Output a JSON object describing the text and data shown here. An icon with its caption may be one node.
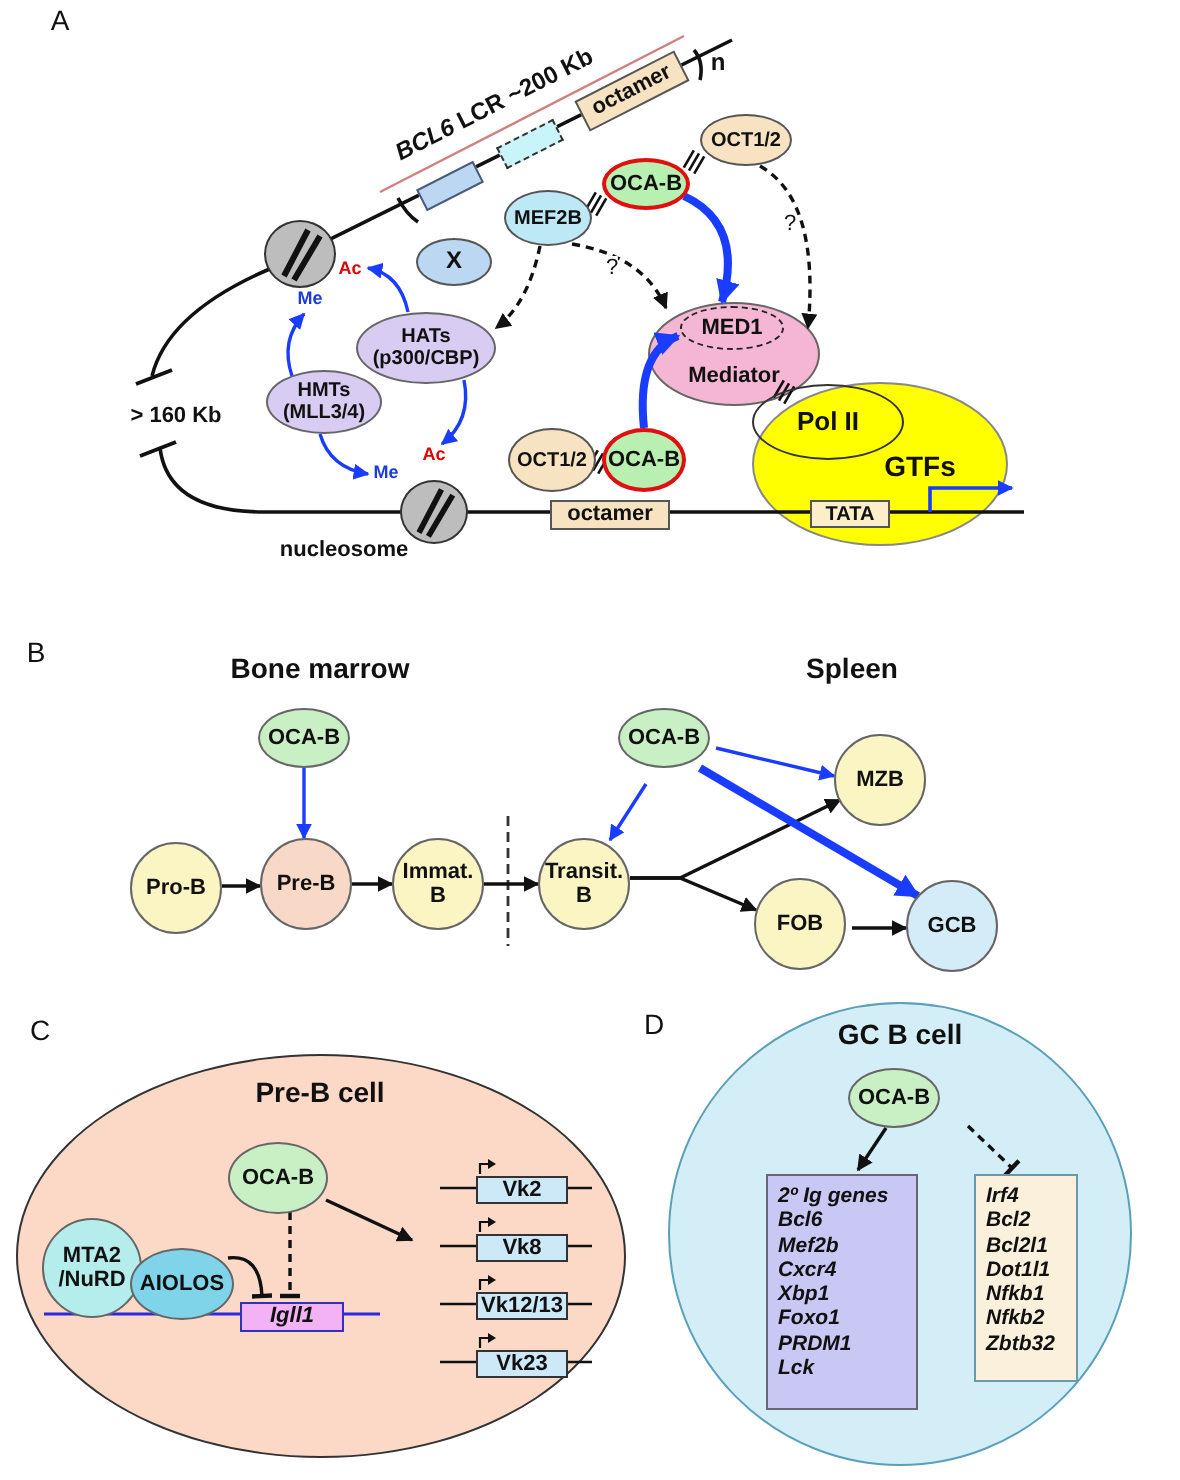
{
  "diagram": {
    "nodes": [
      {
        "text": [],
        "shape": "box"
      },
      {
        "text": [],
        "shape": "box"
      },
      {
        "text": [
          "octamer"
        ]
      },
      {
        "text": [
          "OCT1/2"
        ]
      },
      {
        "text": [
          "OCA-B"
        ]
      },
      {
        "text": [
          "MEF2B"
        ]
      },
      {
        "text": [
          "X"
        ]
      },
      {
        "text": [],
        "shape": "circle"
      },
      {
        "text": [
          "Ac"
        ]
      },
      {
        "text": [
          "Me"
        ]
      },
      {
        "text": [
          "HATs (p300/CBP)"
        ]
      },
      {
        "text": [
          "HMTs (MLL3/4)"
        ]
      },
      {
        "text": [
          "Mediator"
        ]
      },
      {
        "text": [
          "MED1"
        ],
        "in": 12
      },
      {
        "text": [
          "GTFs"
        ]
      },
      {
        "text": [
          "Pol II"
        ],
        "in": 14
      },
      {
        "text": [
          "TATA"
        ],
        "in": 14
      },
      {
        "text": [
          "Me"
        ]
      },
      {
        "text": [
          "Ac"
        ]
      },
      {
        "text": [],
        "shape": "circle",
        "beside": [
          "nucleosome"
        ]
      },
      {
        "text": [
          "OCT1/2"
        ]
      },
      {
        "text": [
          "OCA-B"
        ]
      },
      {
        "text": [
          "octamer"
        ]
      },
      {
        "text": [
          "OCA-B"
        ]
      },
      {
        "text": [
          "OCA-B"
        ]
      },
      {
        "text": [
          "MZB"
        ]
      },
      {
        "text": [
          "Pro-B"
        ]
      },
      {
        "text": [
          "Pre-B"
        ]
      },
      {
        "text": [
          "Immat. B"
        ]
      },
      {
        "text": [
          "Transit. B"
        ]
      },
      {
        "text": [
          "FOB"
        ]
      },
      {
        "text": [
          "GCB"
        ]
      },
      {
        "text": [
          "Pre-B cell"
        ]
      },
      {
        "text": [
          "OCA-B"
        ],
        "in": 32
      },
      {
        "text": [
          "MTA2 /NuRD"
        ],
        "in": 32
      },
      {
        "text": [
          "AIOLOS"
        ],
        "in": 32
      },
      {
        "text": [
          "Igll1"
        ],
        "in": 32
      },
      {
        "text": [
          "Vk2"
        ],
        "in": 32
      },
      {
        "text": [
          "Vk8"
        ],
        "in": 32
      },
      {
        "text": [
          "Vk12/13"
        ],
        "in": 32
      },
      {
        "text": [
          "Vk23"
        ],
        "in": 32
      },
      {
        "text": [
          "GC B cell"
        ]
      },
      {
        "text": [
          "OCA-B"
        ],
        "in": 41
      },
      {
        "text": [
          "2º Ig genes",
          "Bcl6",
          "Mef2b",
          "Cxcr4",
          "Xbp1",
          "Foxo1",
          "PRDM1",
          "Lck"
        ],
        "in": 41
      },
      {
        "text": [
          "Irf4",
          "Bcl2",
          "Bcl2l1",
          "Dot1l1",
          "Nfkb1",
          "Nfkb2",
          "Zbtb32"
        ],
        "in": 41
      }
    ],
    "edges": [
      {
        "from": 4,
        "to": 13,
        "arrow": "to",
        "style": "thick",
        "color": "#1a3cff"
      },
      {
        "from": 21,
        "to": 13,
        "arrow": "to",
        "style": "thick",
        "color": "#1a3cff"
      },
      {
        "from": 5,
        "to": 10,
        "arrow": "to",
        "style": "dashed"
      },
      {
        "from": 5,
        "to": 12,
        "arrow": "to",
        "style": "dashed",
        "label": "?"
      },
      {
        "from": 3,
        "to": 12,
        "arrow": "to",
        "style": "dashed",
        "label": "?"
      },
      {
        "from": 10,
        "to": 8,
        "arrow": "to",
        "color": "#1a3cff"
      },
      {
        "from": 11,
        "to": 9,
        "arrow": "to",
        "color": "#1a3cff"
      },
      {
        "from": 10,
        "to": 18,
        "arrow": "to",
        "color": "#1a3cff"
      },
      {
        "from": 11,
        "to": 17,
        "arrow": "to",
        "color": "#1a3cff"
      },
      {
        "from": 23,
        "to": 27,
        "arrow": "to",
        "color": "#1a3cff"
      },
      {
        "from": 26,
        "to": 27,
        "arrow": "to"
      },
      {
        "from": 27,
        "to": 28,
        "arrow": "to"
      },
      {
        "from": 28,
        "to": 29,
        "arrow": "to"
      },
      {
        "from": 29,
        "to": 25,
        "arrow": "to"
      },
      {
        "from": 29,
        "to": 30,
        "arrow": "to"
      },
      {
        "from": 24,
        "to": 29,
        "arrow": "to",
        "color": "#1a3cff"
      },
      {
        "from": 24,
        "to": 25,
        "arrow": "to",
        "color": "#1a3cff"
      },
      {
        "from": 24,
        "to": 31,
        "arrow": "to",
        "style": "thick",
        "color": "#1a3cff"
      },
      {
        "from": 30,
        "to": 31,
        "arrow": "to"
      },
      {
        "from": 33,
        "to": null,
        "arrow": "to"
      },
      {
        "from": 33,
        "to": 36,
        "arrow": "other",
        "style": "dashed"
      },
      {
        "from": 35,
        "to": 36,
        "arrow": "other"
      },
      {
        "from": 42,
        "to": 43,
        "arrow": "to"
      },
      {
        "from": 42,
        "to": 44,
        "arrow": "other",
        "style": "dashed"
      }
    ],
    "labels": [
      "A",
      "*BCL6* LCR ~200 Kb",
      "n",
      "> 160 Kb",
      "B",
      "Bone marrow",
      "Spleen",
      "C",
      "D"
    ]
  }
}
